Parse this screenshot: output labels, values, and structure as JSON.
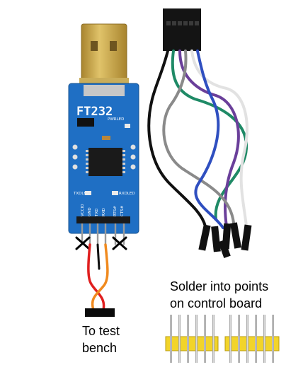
{
  "board": {
    "chip_label": "FT232",
    "pwr_led_label": "PWRLED",
    "txd_led_label": "TXDLED",
    "rxd_led_label": "RXDLED",
    "pin_labels": [
      "VCCIO",
      "GND",
      "TXD",
      "RXD",
      "RTS#",
      "CTS#"
    ]
  },
  "captions": {
    "bench_line1": "To test",
    "bench_line2": "bench",
    "solder_line1": "Solder into points",
    "solder_line2": "on control board"
  },
  "colors": {
    "usb_gold": "#c9a64a",
    "pcb_blue": "#1f6fc4",
    "wire_red": "#e01f1f",
    "wire_orange": "#f08a1f",
    "wire_black": "#111111",
    "wire_green": "#1f8a66",
    "wire_purple": "#6a3f9a",
    "wire_blue": "#2f4fc0",
    "wire_gray": "#8a8a8a",
    "header_yellow": "#f2d42a"
  }
}
